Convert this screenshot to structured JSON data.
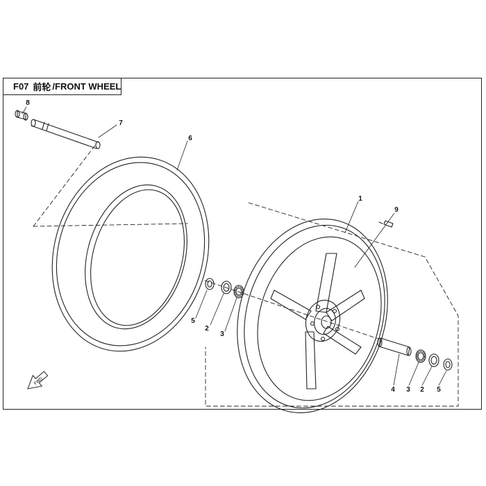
{
  "header": {
    "code": "F07",
    "title_cn": "前轮",
    "title_en": "/FRONT WHEEL"
  },
  "callouts": {
    "c1": "1",
    "c2a": "2",
    "c2b": "2",
    "c3a": "3",
    "c3b": "3",
    "c4": "4",
    "c5a": "5",
    "c5b": "5",
    "c6": "6",
    "c7": "7",
    "c8": "8",
    "c9": "9"
  },
  "direction_marker": {
    "label": "FWD",
    "icon": "forward-arrow-icon"
  },
  "colors": {
    "line": "#222222",
    "background": "#ffffff"
  }
}
